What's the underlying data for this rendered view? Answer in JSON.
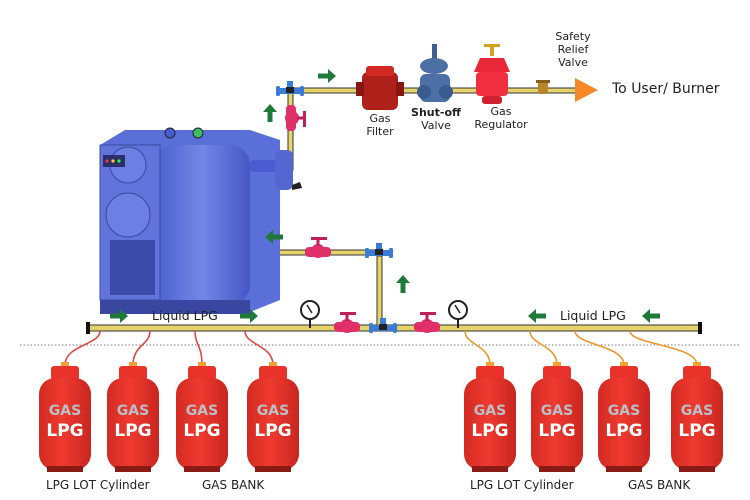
{
  "diagram": {
    "labels": {
      "gas_filter": [
        "Gas",
        "Filter"
      ],
      "shutoff_valve": [
        "Shut-off",
        "Valve"
      ],
      "gas_regulator": [
        "Gas",
        "Regulator"
      ],
      "safety_relief_valve": [
        "Safety",
        "Relief",
        "Valve"
      ],
      "to_user": "To User/ Burner",
      "liquid_lpg_left": "Liquid LPG",
      "liquid_lpg_right": "Liquid LPG",
      "left_bank_cylinder": "LPG LOT Cylinder",
      "left_bank_name": "GAS BANK",
      "right_bank_cylinder": "LPG LOT Cylinder",
      "right_bank_name": "GAS BANK"
    },
    "cylinder": {
      "top_text": "GAS",
      "bottom_text": "LPG"
    },
    "cylinder_count_per_bank": 4,
    "colors": {
      "pipe": "#e6d36a",
      "pipe_edge": "#333333",
      "flow_arrow": "#1f7a3a",
      "outlet_arrow": "#f5892a",
      "valve": "#e0306a",
      "fitting": "#3a7bd5",
      "cylinder": "#e8322a",
      "vaporizer": "#5a6fd8",
      "hose_left": "#e04848",
      "hose_right": "#f0962e"
    }
  }
}
